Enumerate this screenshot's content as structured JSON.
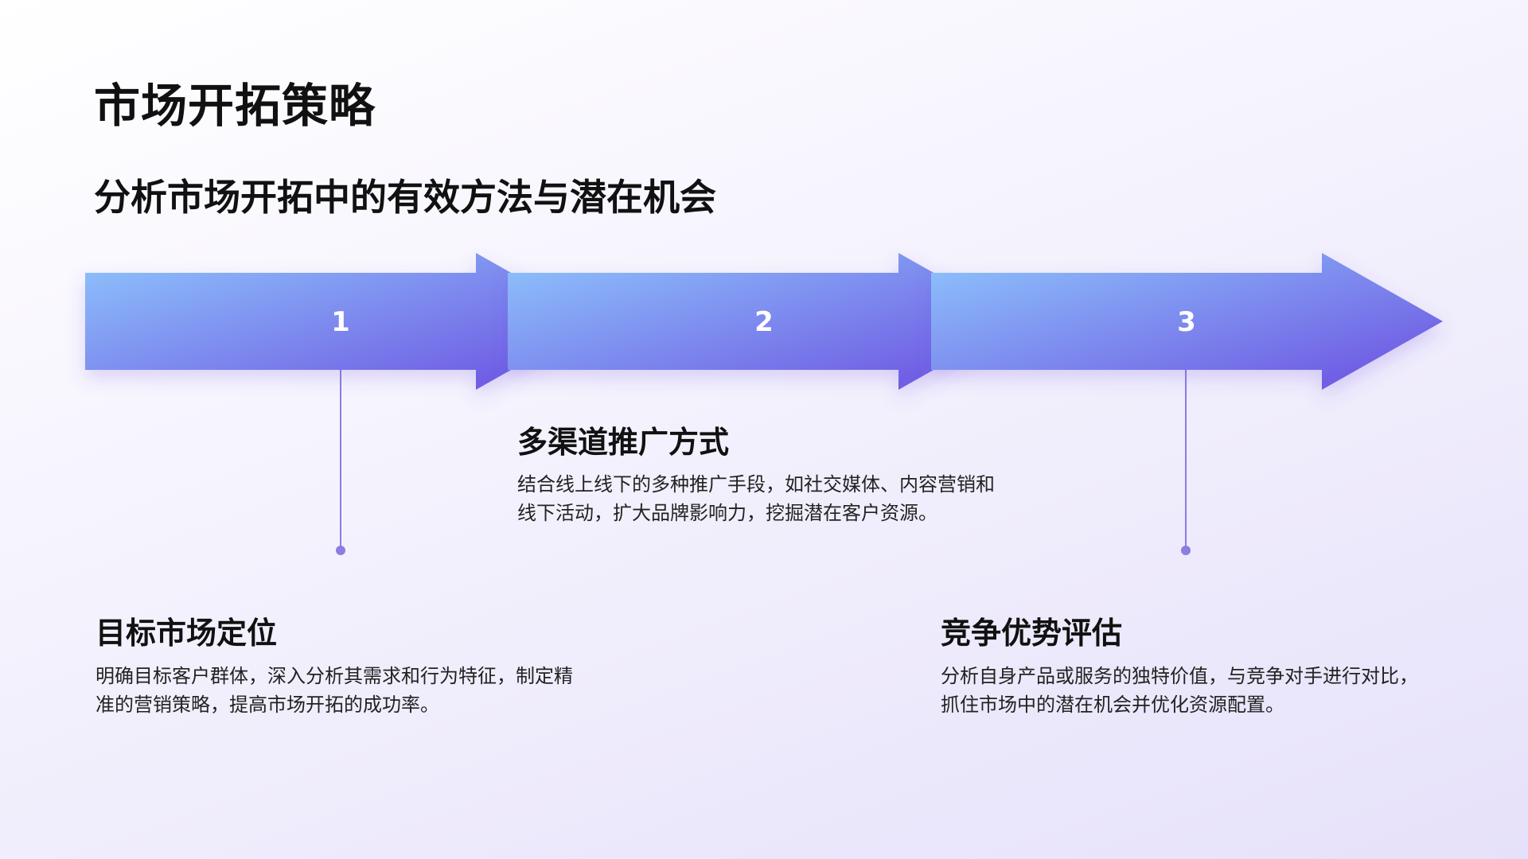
{
  "title": "市场开拓策略",
  "subtitle": "分析市场开拓中的有效方法与潜在机会",
  "steps": [
    {
      "number": "1",
      "title": "目标市场定位",
      "description": "明确目标客户群体，深入分析其需求和行为特征，制定精准的营销策略，提高市场开拓的成功率。"
    },
    {
      "number": "2",
      "title": "多渠道推广方式",
      "description": "结合线上线下的多种推广手段，如社交媒体、内容营销和线下活动，扩大品牌影响力，挖掘潜在客户资源。"
    },
    {
      "number": "3",
      "title": "竞争优势评估",
      "description": "分析自身产品或服务的独特价值，与竞争对手进行对比，抓住市场中的潜在机会并优化资源配置。"
    }
  ],
  "colors": {
    "arrow_start": "#8ec5fc",
    "arrow_end": "#6b4ee0",
    "connector": "#8a7ee0",
    "background_start": "#ffffff",
    "background_end": "#e6e1fa"
  }
}
